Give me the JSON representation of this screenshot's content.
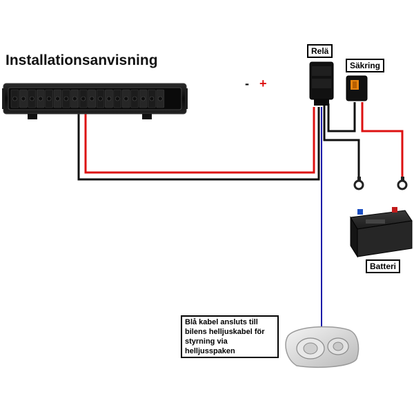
{
  "title": "Installationsanvisning",
  "polarity": {
    "negative": "-",
    "positive": "+"
  },
  "labels": {
    "relay": "Relä",
    "fuse": "Säkring",
    "battery": "Batteri"
  },
  "note": "Blå kabel ansluts till bilens helljuskabel för styrning via helljusspaken",
  "colors": {
    "positive_wire": "#dd1111",
    "negative_wire": "#111111",
    "control_wire": "#1a1aa8",
    "polarity_minus": "#111111",
    "polarity_plus": "#dd1111"
  }
}
